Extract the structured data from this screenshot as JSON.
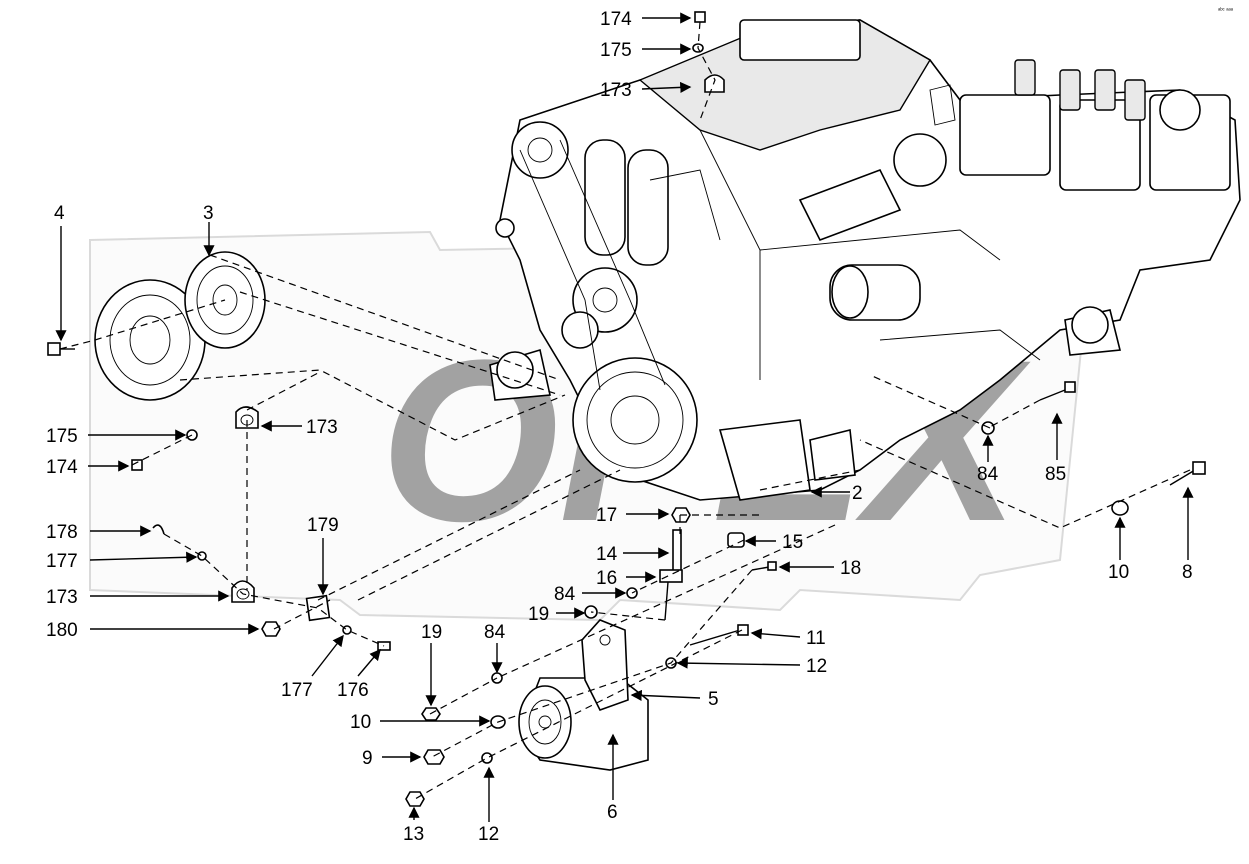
{
  "diagram": {
    "corner_label": "ᵃᵇᶜ ᵃᵃᵃ",
    "callouts": [
      {
        "label": "174"
      },
      {
        "label": "175"
      },
      {
        "label": "173"
      },
      {
        "label": "4"
      },
      {
        "label": "3"
      },
      {
        "label": "175"
      },
      {
        "label": "173"
      },
      {
        "label": "174"
      },
      {
        "label": "178"
      },
      {
        "label": "177"
      },
      {
        "label": "173"
      },
      {
        "label": "180"
      },
      {
        "label": "179"
      },
      {
        "label": "177"
      },
      {
        "label": "176"
      },
      {
        "label": "17"
      },
      {
        "label": "15"
      },
      {
        "label": "14"
      },
      {
        "label": "16"
      },
      {
        "label": "18"
      },
      {
        "label": "84"
      },
      {
        "label": "19"
      },
      {
        "label": "19"
      },
      {
        "label": "84"
      },
      {
        "label": "11"
      },
      {
        "label": "12"
      },
      {
        "label": "5"
      },
      {
        "label": "10"
      },
      {
        "label": "9"
      },
      {
        "label": "6"
      },
      {
        "label": "13"
      },
      {
        "label": "12"
      },
      {
        "label": "2"
      },
      {
        "label": "84"
      },
      {
        "label": "85"
      },
      {
        "label": "10"
      },
      {
        "label": "8"
      }
    ]
  }
}
